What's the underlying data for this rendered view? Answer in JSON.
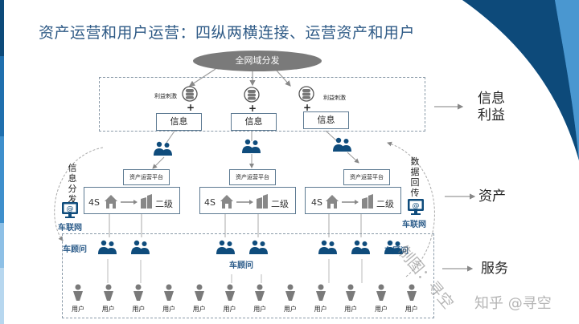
{
  "title": "资产运营和用户运营：四纵两横连接、运营资产和用户",
  "theme": {
    "accent_dark": "#0d4a7a",
    "accent_mid": "#1f75b5",
    "accent_light": "#4a97d0",
    "title_color": "#2e5a86",
    "icon_blue": "#0f4c7c",
    "icon_gray": "#7a7a7a"
  },
  "diagram": {
    "source_node": "全网域分发",
    "incentive_label": "利益刺激",
    "info_label": "信息",
    "info_boxes": [
      "信息",
      "信息",
      "信息"
    ],
    "platform_label": "资产运营平台",
    "platforms": [
      {
        "label": "资产运营平台",
        "store": "4S",
        "level": "二级"
      },
      {
        "label": "资产运营平台",
        "store": "4S",
        "level": "二级"
      },
      {
        "label": "资产运营平台",
        "store": "4S",
        "level": "二级"
      }
    ],
    "left_side": {
      "vertical_text": "信息分发",
      "network_label": "车联网"
    },
    "right_side": {
      "vertical_text": "数据回传",
      "network_label": "车联网"
    },
    "advisor_label": "车顾问",
    "advisor_label_2": "车顾问",
    "advisor_label_3": "车顾问",
    "users": [
      "用户",
      "用户",
      "用户",
      "用户",
      "用户",
      "用户",
      "用户",
      "用户",
      "用户",
      "用户",
      "用户",
      "用户"
    ],
    "outputs": {
      "info_benefit": [
        "信息",
        "利益"
      ],
      "assets": "资产",
      "service": "服务"
    }
  },
  "watermark": {
    "diagonal": "制图：寻空",
    "credit": "知乎 @寻空"
  }
}
